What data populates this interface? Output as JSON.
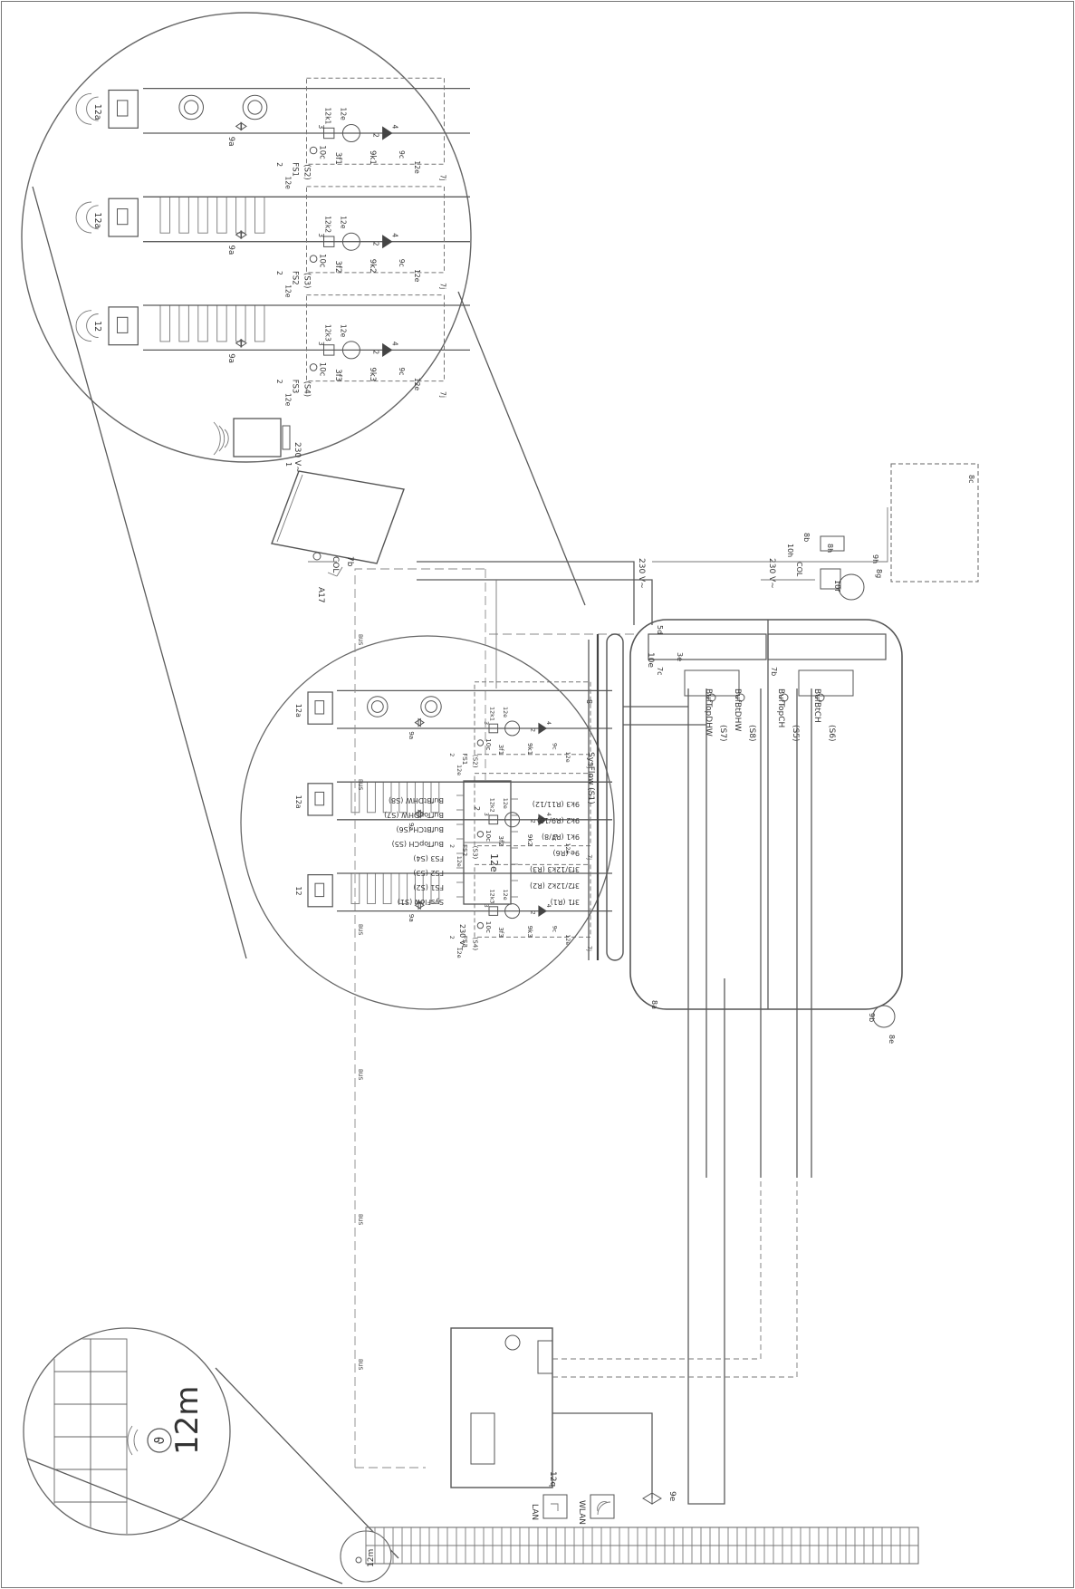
{
  "zoom_ceiling": {
    "label": "12m"
  },
  "zone_circuits": [
    {
      "circuit": "1",
      "controller": "12a",
      "flow_sensor": "FS1",
      "sensor_id": "(S2)",
      "mixer": "9k1",
      "pump": "3f1",
      "check_valve": "10c",
      "valve_9c": "9c",
      "radiant": "radiator",
      "relay": "12k1"
    },
    {
      "circuit": "2",
      "controller": "12a",
      "flow_sensor": "FS2",
      "sensor_id": "(S3)",
      "mixer": "9k2",
      "pump": "3f2",
      "check_valve": "10c",
      "valve_9c": "9c",
      "radiant": "floor",
      "relay": "12k2"
    },
    {
      "circuit": "3",
      "controller": "12",
      "flow_sensor": "FS3",
      "sensor_id": "(S4)",
      "mixer": "9k3",
      "pump": "3f3",
      "check_valve": "10c",
      "valve_9c": "9c",
      "radiant": "floor",
      "relay": "12k3"
    }
  ],
  "common": {
    "bus_label": "12e",
    "valve_9a": "9a",
    "mains": "230 V~",
    "port_7j": "7j",
    "wire_2": "2",
    "wire_3": "3",
    "wire_4": "4"
  },
  "module_12e": {
    "label": "12e",
    "inputs_left": [
      "SysFlow (S1)",
      "FS1 (S2)",
      "FS2 (S3)",
      "FS3 (S4)",
      "BufTopCH (S5)",
      "BufBtCH (S6)",
      "BufTopDHW (S7)",
      "BufBtDHW (S8)"
    ],
    "outputs_right": [
      "3f1 (R1)",
      "3f2/12k2 (R2)",
      "3f3/12k3 (R3)",
      "9e (R6)",
      "9k1 (R7/8)",
      "9k2 (R9/10)",
      "9k3 (R11/12)"
    ],
    "mains": "230 V~"
  },
  "main_system": {
    "sysflow_sensor": "SysFlow (S1)",
    "hydraulic_separator_valve": "10e",
    "boiler_label": "12q",
    "boiler_diverter": "9e",
    "network": [
      "LAN",
      "WLAN"
    ],
    "bus_text": "BUS"
  },
  "buffer_tank": {
    "sensors": [
      "BufTopDHW",
      "(S7)",
      "BufBtDHW",
      "(S8)",
      "BufTopCH",
      "(S5)",
      "BufBtCH",
      "(S6)"
    ],
    "labels": [
      "5d",
      "3e",
      "7c",
      "7b",
      "8a",
      "9b",
      "8e",
      "8"
    ],
    "top_mains": [
      "230 V~",
      "230 V~"
    ]
  },
  "solar_collector": {
    "label": "COL",
    "cable": "7b",
    "sensor": "A17"
  },
  "fill_group": {
    "labels": [
      "8c",
      "8g",
      "8h",
      "9h",
      "10f",
      "10h",
      "8b",
      "COL"
    ]
  },
  "zoom_detail": {
    "mains": "230 V~",
    "label_1": "1"
  }
}
